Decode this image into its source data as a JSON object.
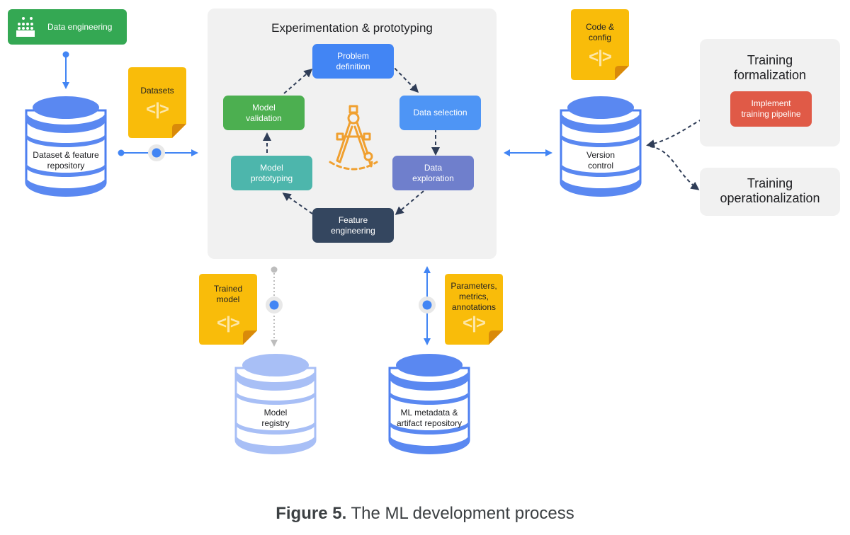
{
  "caption": {
    "figure_label": "Figure 5.",
    "text": "The ML development process"
  },
  "data_engineering": {
    "label": "Data engineering",
    "icon": "keyboard-dots-icon",
    "color": "#34a853"
  },
  "repositories": {
    "dataset_feature": "Dataset & feature\nrepository",
    "version_control": "Version\ncontrol",
    "model_registry": "Model\nregistry",
    "ml_metadata": "ML metadata &\nartifact repository"
  },
  "documents": {
    "datasets": "Datasets",
    "code_config": "Code &\nconfig",
    "trained_model": "Trained\nmodel",
    "parameters": "Parameters,\nmetrics,\nannotations",
    "code_glyph": "<|>"
  },
  "experimentation": {
    "title": "Experimentation & prototyping",
    "center_icon": "drafting-compass-icon",
    "steps": [
      {
        "label": "Problem\ndefinition",
        "color": "#4285f4"
      },
      {
        "label": "Data selection",
        "color": "#4e95f5"
      },
      {
        "label": "Data\nexploration",
        "color": "#6f7fcc"
      },
      {
        "label": "Feature\nengineering",
        "color": "#34465f"
      },
      {
        "label": "Model\nprototyping",
        "color": "#4db6ac"
      },
      {
        "label": "Model\nvalidation",
        "color": "#4caf50"
      }
    ]
  },
  "training_formalization": {
    "title": "Training\nformalization",
    "task": "Implement\ntraining pipeline",
    "task_color": "#e05a47"
  },
  "training_operationalization": {
    "title": "Training\noperationalization"
  },
  "colors": {
    "blue": "#4285f4",
    "doc_yellow": "#f9bc0a",
    "doc_fold": "#d98a0a",
    "panel_gray": "#f1f1f1",
    "arrow_dark": "#2f3d57",
    "compass_orange": "#f0a030"
  }
}
